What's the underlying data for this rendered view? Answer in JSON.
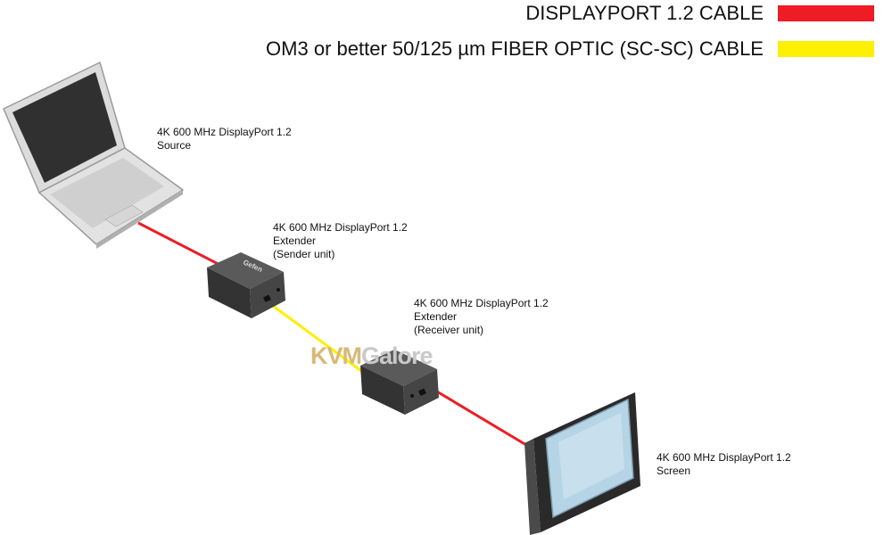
{
  "legend": {
    "items": [
      {
        "label": "DISPLAYPORT 1.2 CABLE",
        "color": "#ee1c24"
      },
      {
        "label": "OM3 or better 50/125 µm FIBER OPTIC (SC-SC) CABLE",
        "color": "#ffef00"
      }
    ]
  },
  "devices": {
    "source": {
      "line1": "4K 600 MHz DisplayPort 1.2",
      "line2": "Source"
    },
    "sender": {
      "line1": "4K 600 MHz DisplayPort 1.2",
      "line2": "Extender",
      "line3": "(Sender unit)"
    },
    "receiver": {
      "line1": "4K 600 MHz DisplayPort 1.2",
      "line2": "Extender",
      "line3": "(Receiver unit)"
    },
    "screen": {
      "line1": "4K 600 MHz DisplayPort 1.2",
      "line2": "Screen"
    }
  },
  "unit_brand": "Gefen",
  "watermark": {
    "part1": "KVM",
    "part2": "Galore"
  }
}
